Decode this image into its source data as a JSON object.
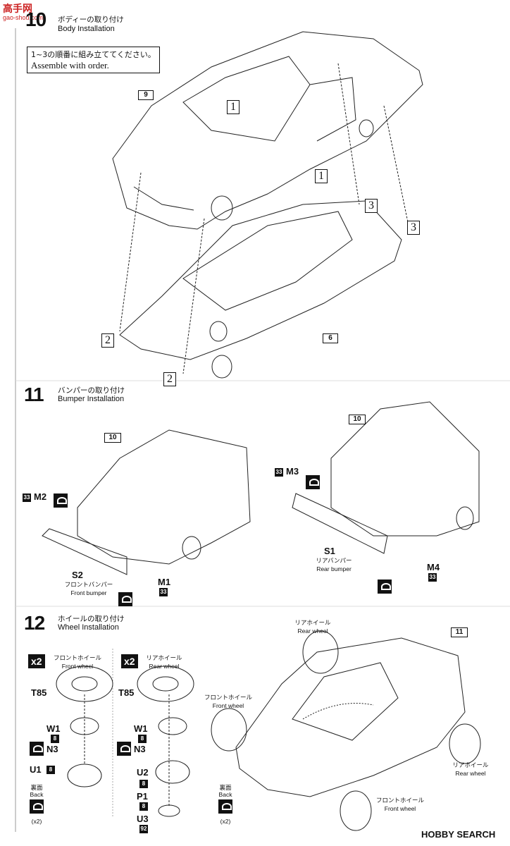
{
  "watermark_site": "高手网",
  "watermark_url": "gao-shou.com",
  "step10": {
    "number": "10",
    "title_ja": "ボディーの取り付け",
    "title_en": "Body Installation",
    "note_ja": "1~3の順番に組み立ててください。",
    "note_en": "Assemble with order.",
    "parts": [
      "9",
      "6"
    ],
    "order_marks": [
      "1",
      "1",
      "2",
      "2",
      "3",
      "3"
    ]
  },
  "step11": {
    "number": "11",
    "title_ja": "バンパーの取り付け",
    "title_en": "Bumper Installation",
    "parts": [
      "10",
      "10"
    ],
    "m2": "M2",
    "m1": "M1",
    "m3": "M3",
    "m4": "M4",
    "code33": "33",
    "s2": {
      "label": "S2",
      "ja": "フロントバンパー",
      "en": "Front bumper"
    },
    "s1": {
      "label": "S1",
      "ja": "リアバンパー",
      "en": "Rear bumper"
    }
  },
  "step12": {
    "number": "12",
    "title_ja": "ホイールの取り付け",
    "title_en": "Wheel Installation",
    "count": "x2",
    "front": {
      "ja": "フロントホイール",
      "en": "Front wheel",
      "parts": [
        "T85",
        "W1",
        "N3",
        "U1"
      ],
      "codes": [
        "8",
        "8"
      ]
    },
    "rear": {
      "ja": "リアホイール",
      "en": "Rear wheel",
      "parts": [
        "T85",
        "W1",
        "N3",
        "U2",
        "P1",
        "U3"
      ],
      "codes": [
        "8",
        "8",
        "8",
        "92"
      ]
    },
    "back_ja": "裏面",
    "back_en": "Back",
    "back_count": "(x2)",
    "part11": "11",
    "rear_wheel_ja": "リアホイール",
    "rear_wheel_en": "Rear wheel",
    "front_wheel_ja": "フロントホイール",
    "front_wheel_en": "Front wheel"
  },
  "footer_logo": "HOBBY SEARCH"
}
